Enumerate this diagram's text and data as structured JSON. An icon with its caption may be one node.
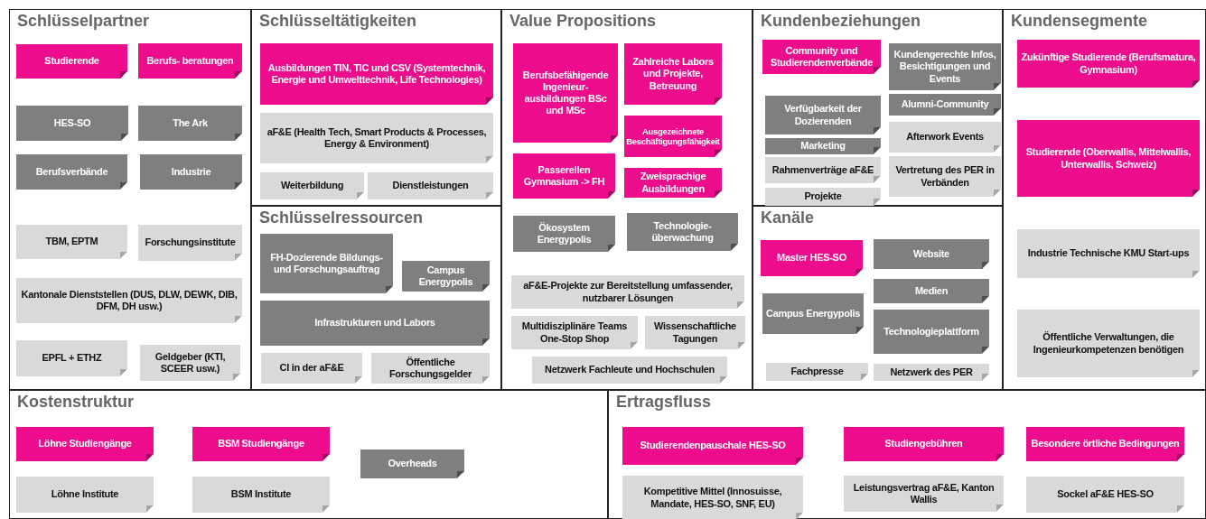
{
  "diagram": {
    "nodes": [
      {
        "text": [
          "Schlüsselpartner"
        ]
      },
      {
        "text": [
          "Studierende"
        ],
        "in": 0
      },
      {
        "text": [
          "Berufs- beratungen"
        ],
        "in": 0
      },
      {
        "text": [
          "HES-SO"
        ],
        "in": 0
      },
      {
        "text": [
          "The Ark"
        ],
        "in": 0
      },
      {
        "text": [
          "Berufsverbände"
        ],
        "in": 0
      },
      {
        "text": [
          "Industrie"
        ],
        "in": 0
      },
      {
        "text": [
          "TBM, EPTM"
        ],
        "in": 0
      },
      {
        "text": [
          "Forschungsinstitute"
        ],
        "in": 0
      },
      {
        "text": [
          "Kantonale Dienststellen (DUS, DLW, DEWK, DIB, DFM, DH usw.)"
        ],
        "in": 0
      },
      {
        "text": [
          "EPFL + ETHZ"
        ],
        "in": 0
      },
      {
        "text": [
          "Geldgeber (KTI, SCEER usw.)"
        ],
        "in": 0
      },
      {
        "text": [
          "Schlüsseltätigkeiten"
        ]
      },
      {
        "text": [
          "Ausbildungen TIN, TIC und CSV (Systemtechnik, Energie und Umwelttechnik, Life Technologies)"
        ],
        "in": 12
      },
      {
        "text": [
          "aF&E (Health Tech, Smart Products & Processes, Energy & Environment)"
        ],
        "in": 12
      },
      {
        "text": [
          "Weiterbildung"
        ],
        "in": 12
      },
      {
        "text": [
          "Dienstleistungen"
        ],
        "in": 12
      },
      {
        "text": [
          "Schlüsselressourcen"
        ]
      },
      {
        "text": [
          "FH-Dozierende Bildungs- und Forschungsauftrag"
        ],
        "in": 17
      },
      {
        "text": [
          "Campus Energypolis"
        ],
        "in": 17
      },
      {
        "text": [
          "Infrastrukturen und Labors"
        ],
        "in": 17
      },
      {
        "text": [
          "CI in der aF&E"
        ],
        "in": 17
      },
      {
        "text": [
          "Öffentliche Forschungsgelder"
        ],
        "in": 17
      },
      {
        "text": [
          "Value Propositions"
        ]
      },
      {
        "text": [
          "Berufsbefähigende Ingenieur- ausbildungen BSc und MSc"
        ],
        "in": 23
      },
      {
        "text": [
          "Zahlreiche Labors und Projekte, Betreuung"
        ],
        "in": 23
      },
      {
        "text": [
          "Ausgezeichnete Beschäftigungsfähigkeit"
        ],
        "in": 23
      },
      {
        "text": [
          "Passerellen Gymnasium -> FH"
        ],
        "in": 23
      },
      {
        "text": [
          "Zweisprachige Ausbildungen"
        ],
        "in": 23
      },
      {
        "text": [
          "Ökosystem Energypolis"
        ],
        "in": 23
      },
      {
        "text": [
          "Technologie- überwachung"
        ],
        "in": 23
      },
      {
        "text": [
          "aF&E-Projekte zur Bereitstellung umfassender, nutzbarer Lösungen"
        ],
        "in": 23
      },
      {
        "text": [
          "Multidisziplinäre Teams One-Stop Shop"
        ],
        "in": 23
      },
      {
        "text": [
          "Wissenschaftliche Tagungen"
        ],
        "in": 23
      },
      {
        "text": [
          "Netzwerk Fachleute und Hochschulen"
        ],
        "in": 23
      },
      {
        "text": [
          "Kundenbeziehungen"
        ]
      },
      {
        "text": [
          "Community und Studierendenverbände"
        ],
        "in": 35
      },
      {
        "text": [
          "Kundengerechte Infos, Besichtigungen und Events"
        ],
        "in": 35
      },
      {
        "text": [
          "Verfügbarkeit der Dozierenden"
        ],
        "in": 35
      },
      {
        "text": [
          "Alumni-Community"
        ],
        "in": 35
      },
      {
        "text": [
          "Marketing"
        ],
        "in": 35
      },
      {
        "text": [
          "Rahmenverträge aF&E"
        ],
        "in": 35
      },
      {
        "text": [
          "Afterwork Events"
        ],
        "in": 35
      },
      {
        "text": [
          "Vertretung des PER in Verbänden"
        ],
        "in": 35
      },
      {
        "text": [
          "Projekte"
        ],
        "in": 35
      },
      {
        "text": [
          "Kanäle"
        ]
      },
      {
        "text": [
          "Master HES-SO"
        ],
        "in": 45
      },
      {
        "text": [
          "Website"
        ],
        "in": 45
      },
      {
        "text": [
          "Campus Energypolis"
        ],
        "in": 45
      },
      {
        "text": [
          "Medien"
        ],
        "in": 45
      },
      {
        "text": [
          "Technologieplattform"
        ],
        "in": 45
      },
      {
        "text": [
          "Fachpresse"
        ],
        "in": 45
      },
      {
        "text": [
          "Netzwerk des PER"
        ],
        "in": 45
      },
      {
        "text": [
          "Kundensegmente"
        ]
      },
      {
        "text": [
          "Zukünftige Studierende (Berufsmatura, Gymnasium)"
        ],
        "in": 53
      },
      {
        "text": [
          "Studierende (Oberwallis, Mittelwallis, Unterwallis, Schweiz)"
        ],
        "in": 53
      },
      {
        "text": [
          "Industrie Technische KMU Start-ups"
        ],
        "in": 53
      },
      {
        "text": [
          "Öffentliche Verwaltungen, die Ingenieurkompetenzen benötigen"
        ],
        "in": 53
      },
      {
        "text": [
          "Kostenstruktur"
        ]
      },
      {
        "text": [
          "Löhne Studiengänge"
        ],
        "in": 58
      },
      {
        "text": [
          "BSM Studiengänge"
        ],
        "in": 58
      },
      {
        "text": [
          "Overheads"
        ],
        "in": 58
      },
      {
        "text": [
          "Löhne Institute"
        ],
        "in": 58
      },
      {
        "text": [
          "BSM Institute"
        ],
        "in": 58
      },
      {
        "text": [
          "Ertragsfluss"
        ]
      },
      {
        "text": [
          "Studierendenpauschale HES-SO"
        ],
        "in": 64
      },
      {
        "text": [
          "Studiengebühren"
        ],
        "in": 64
      },
      {
        "text": [
          "Besondere örtliche Bedingungen"
        ],
        "in": 64
      },
      {
        "text": [
          "Kompetitive Mittel (Innosuisse, Mandate, HES-SO, SNF, EU)"
        ],
        "in": 64
      },
      {
        "text": [
          "Leistungsvertrag aF&E, Kanton Wallis"
        ],
        "in": 64
      },
      {
        "text": [
          "Sockel aF&E HES-SO"
        ],
        "in": 64
      }
    ]
  }
}
